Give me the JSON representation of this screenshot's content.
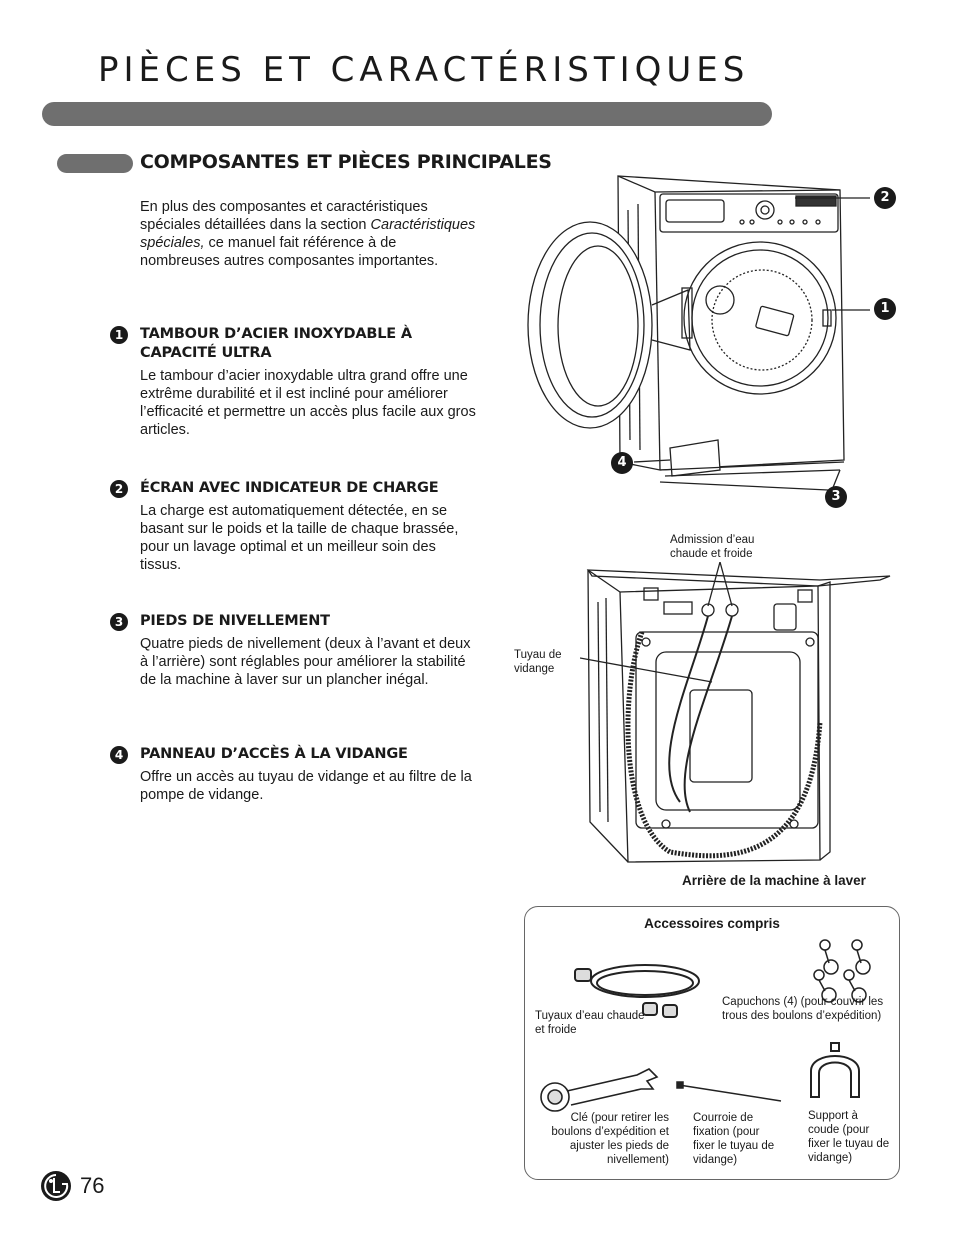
{
  "header": {
    "title": "PIÈCES ET CARACTÉRISTIQUES"
  },
  "section": {
    "title": "COMPOSANTES ET PIÈCES PRINCIPALES",
    "intro_part1": "En plus des composantes et caractéristiques spéciales détaillées dans la section ",
    "intro_italic": "Caractéristiques spéciales,",
    "intro_part2": " ce manuel fait référence à de nombreuses autres composantes importantes."
  },
  "items": [
    {
      "number": "1",
      "heading": "TAMBOUR D’ACIER INOXYDABLE À CAPACITÉ ULTRA",
      "body": "Le tambour d’acier inoxydable ultra grand offre une extrême durabilité et il est incliné pour améliorer l’efficacité et permettre un accès plus facile aux gros articles."
    },
    {
      "number": "2",
      "heading": "ÉCRAN AVEC INDICATEUR DE CHARGE",
      "body": "La charge est automatiquement détectée, en se basant sur le poids et la taille de chaque brassée, pour un lavage optimal et un meilleur soin des tissus."
    },
    {
      "number": "3",
      "heading": "PIEDS DE NIVELLEMENT",
      "body": "Quatre pieds de nivellement (deux à l’avant et deux à l’arrière) sont réglables pour améliorer la stabilité de la machine à laver sur un plancher inégal."
    },
    {
      "number": "4",
      "heading": "PANNEAU D’ACCÈS À LA VIDANGE",
      "body": "Offre un accès au tuyau de vidange et au filtre de la pompe de vidange."
    }
  ],
  "front_figure": {
    "callouts": [
      "1",
      "2",
      "3",
      "4"
    ]
  },
  "rear_figure": {
    "label_water_inlet": "Admission d’eau chaude et froide",
    "label_drain_hose": "Tuyau de vidange",
    "caption": "Arrière de la machine à laver"
  },
  "accessories": {
    "title": "Accessoires compris",
    "hoses": "Tuyaux d’eau chaude et froide",
    "caps": "Capuchons (4) (pour couvrir les trous des boulons d’expédition)",
    "wrench": "Clé (pour retirer les boulons d’expédition et ajuster les pieds de nivellement)",
    "strap": "Courroie de fixation (pour fixer le tuyau de vidange)",
    "elbow": "Support à coude (pour fixer le tuyau de vidange)"
  },
  "footer": {
    "page_number": "76"
  },
  "colors": {
    "bar_gray": "#6f6f6f",
    "text": "#1a1a1a"
  }
}
